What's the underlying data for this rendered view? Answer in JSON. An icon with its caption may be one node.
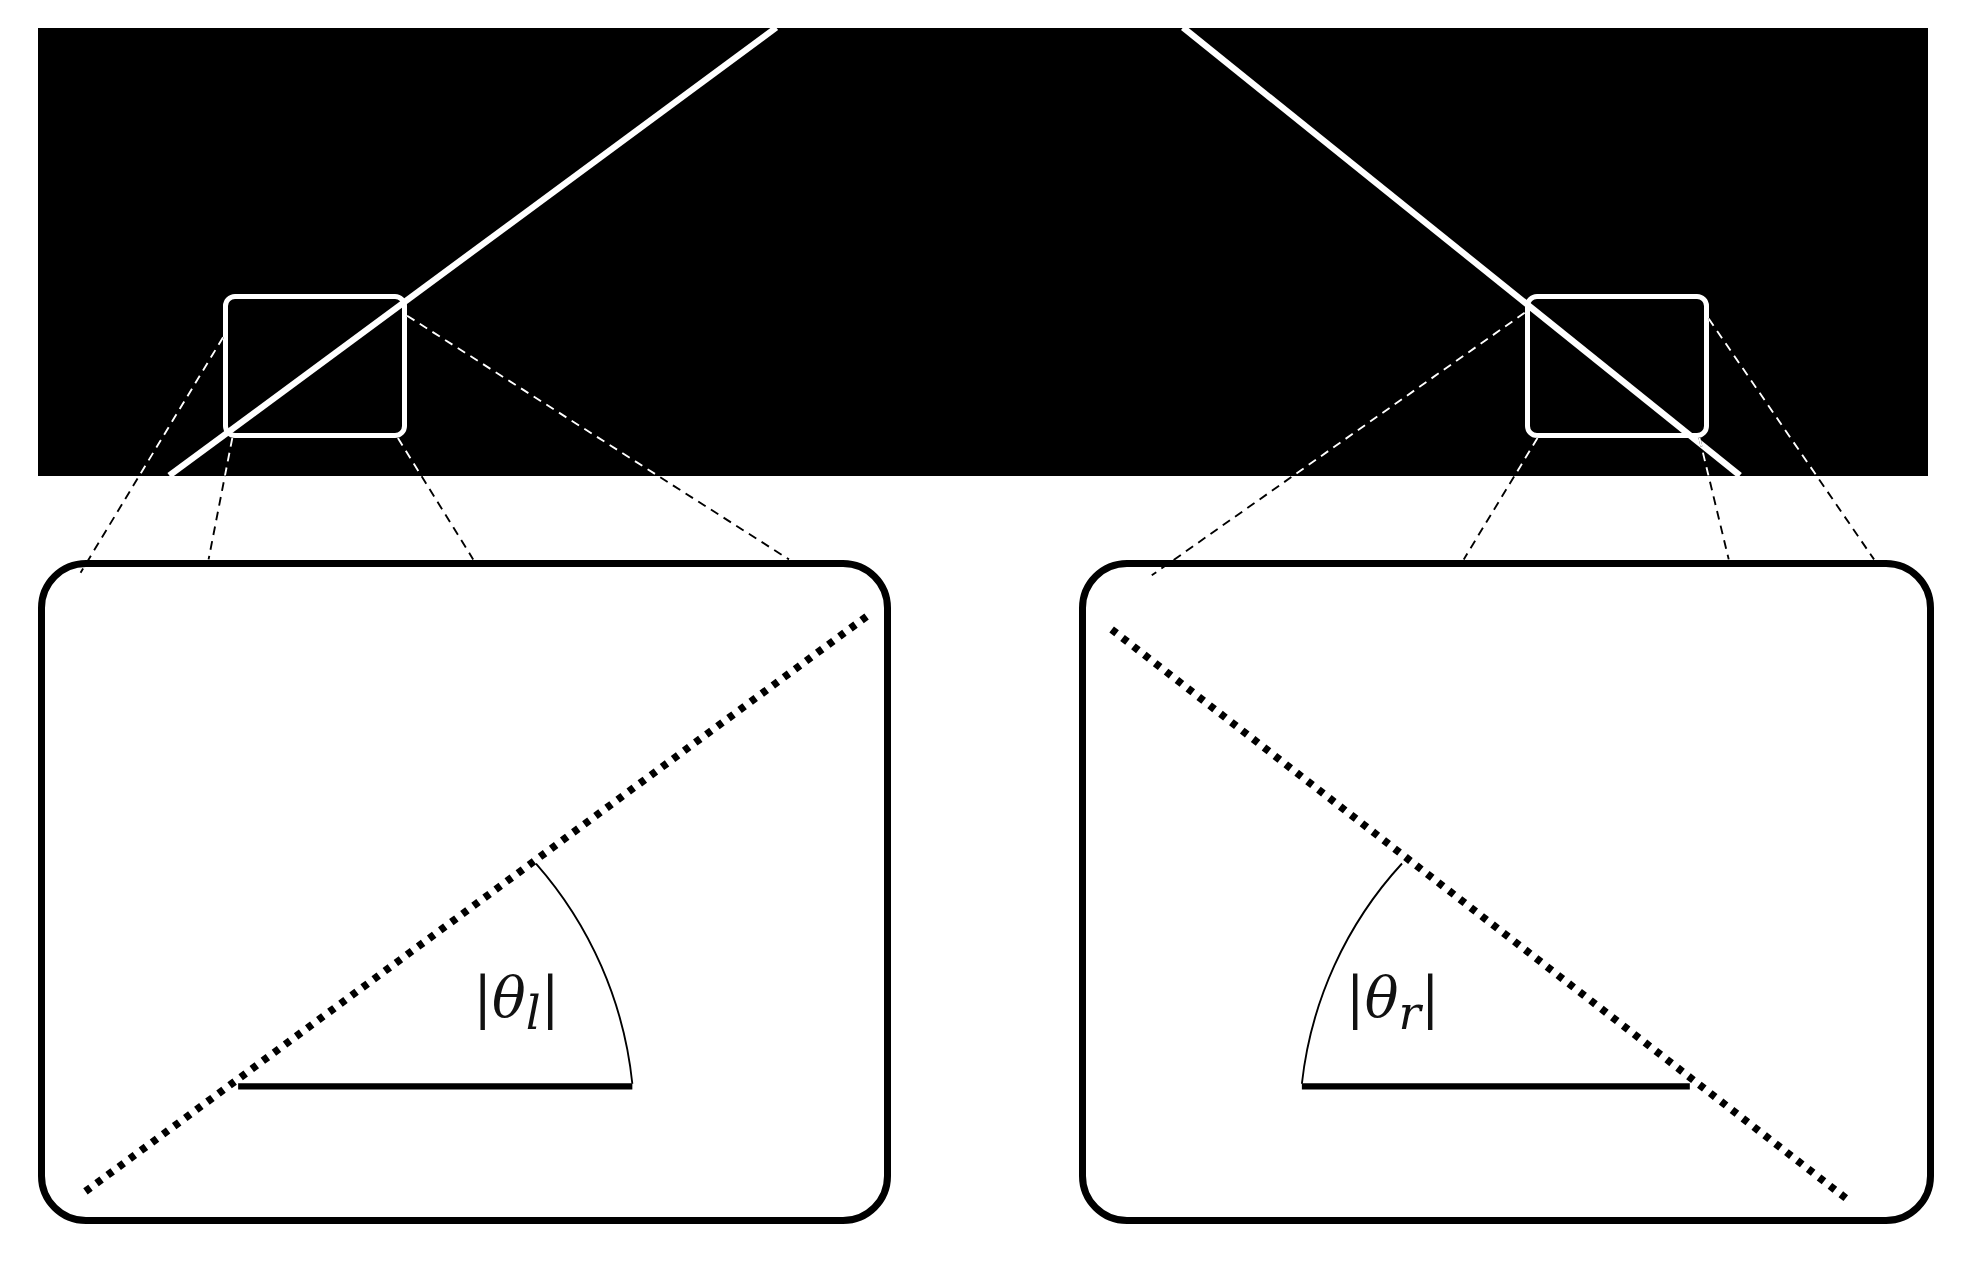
{
  "diagram": {
    "nodes": [
      {
        "text": [],
        "shape": "box"
      },
      {
        "text": [],
        "shape": "box",
        "in": 0
      },
      {
        "text": [],
        "shape": "box",
        "in": 0
      },
      {
        "text": [
          "|θ$_{l}$|"
        ]
      },
      {
        "text": [
          "|θ$_{r}$|"
        ]
      }
    ],
    "edges": [
      {
        "from": 1,
        "to": 3,
        "arrow": "none",
        "style": "dashed"
      },
      {
        "from": 1,
        "to": 3,
        "arrow": "none",
        "style": "dashed"
      },
      {
        "from": 1,
        "to": 3,
        "arrow": "none",
        "style": "dashed"
      },
      {
        "from": 1,
        "to": 3,
        "arrow": "none",
        "style": "dashed"
      },
      {
        "from": 2,
        "to": 4,
        "arrow": "none",
        "style": "dashed"
      },
      {
        "from": 2,
        "to": 4,
        "arrow": "none",
        "style": "dashed"
      },
      {
        "from": 2,
        "to": 4,
        "arrow": "none",
        "style": "dashed"
      },
      {
        "from": 2,
        "to": 4,
        "arrow": "none",
        "style": "dashed"
      }
    ]
  }
}
